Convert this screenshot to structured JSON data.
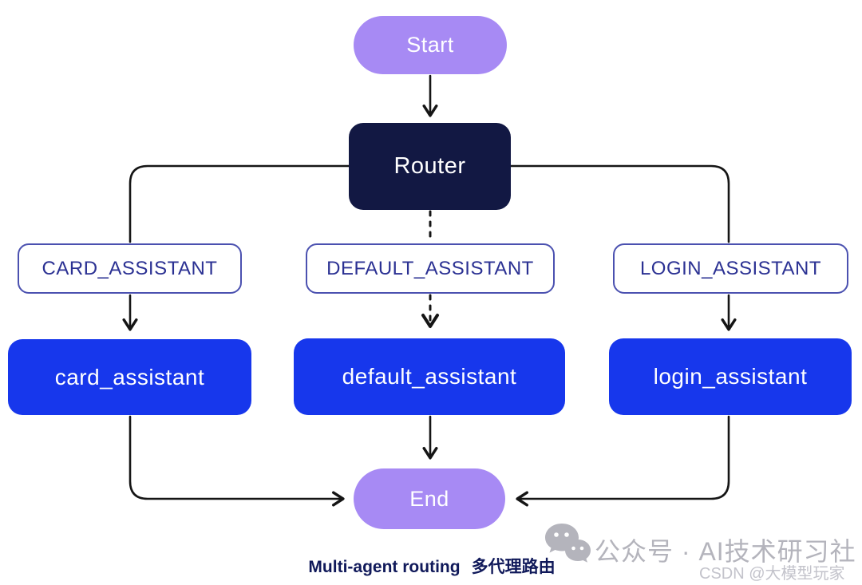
{
  "diagram": {
    "nodes": {
      "start": {
        "label": "Start"
      },
      "router": {
        "label": "Router"
      },
      "card_route": {
        "label": "CARD_ASSISTANT"
      },
      "default_route": {
        "label": "DEFAULT_ASSISTANT"
      },
      "login_route": {
        "label": "LOGIN_ASSISTANT"
      },
      "card_agent": {
        "label": "card_assistant"
      },
      "default_agent": {
        "label": "default_assistant"
      },
      "login_agent": {
        "label": "login_assistant"
      },
      "end": {
        "label": "End"
      }
    },
    "edges": [
      {
        "from": "Start",
        "to": "Router",
        "style": "solid"
      },
      {
        "from": "Router",
        "to": "CARD_ASSISTANT",
        "style": "solid"
      },
      {
        "from": "Router",
        "to": "DEFAULT_ASSISTANT",
        "style": "dashed"
      },
      {
        "from": "Router",
        "to": "LOGIN_ASSISTANT",
        "style": "solid"
      },
      {
        "from": "CARD_ASSISTANT",
        "to": "card_assistant",
        "style": "solid"
      },
      {
        "from": "DEFAULT_ASSISTANT",
        "to": "default_assistant",
        "style": "dashed"
      },
      {
        "from": "LOGIN_ASSISTANT",
        "to": "login_assistant",
        "style": "solid"
      },
      {
        "from": "card_assistant",
        "to": "End",
        "style": "solid"
      },
      {
        "from": "default_assistant",
        "to": "End",
        "style": "solid"
      },
      {
        "from": "login_assistant",
        "to": "End",
        "style": "solid"
      }
    ],
    "caption": {
      "en": "Multi-agent routing",
      "zh": "多代理路由"
    },
    "colors": {
      "terminal_purple": "#a78af4",
      "router_navy": "#121843",
      "agent_blue": "#1737ec",
      "route_border": "#4b51b0",
      "route_text": "#2b3193",
      "line_black": "#151515",
      "caption_text": "#10195a",
      "watermark_gray": "#b4b4bc"
    }
  },
  "watermark": {
    "icon": "wechat-icon",
    "line1": "公众号 · AI技术研习社",
    "line2": "CSDN @大模型玩家"
  }
}
